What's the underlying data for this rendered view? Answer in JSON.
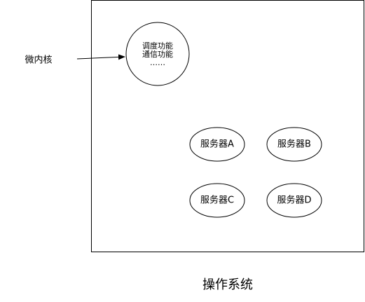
{
  "diagram": {
    "caption": "操作系统",
    "microkernel": {
      "label": "微内核",
      "lines": [
        "调度功能",
        "通信功能",
        "……"
      ]
    },
    "servers": [
      {
        "label": "服务器A"
      },
      {
        "label": "服务器B"
      },
      {
        "label": "服务器C"
      },
      {
        "label": "服务器D"
      }
    ]
  }
}
